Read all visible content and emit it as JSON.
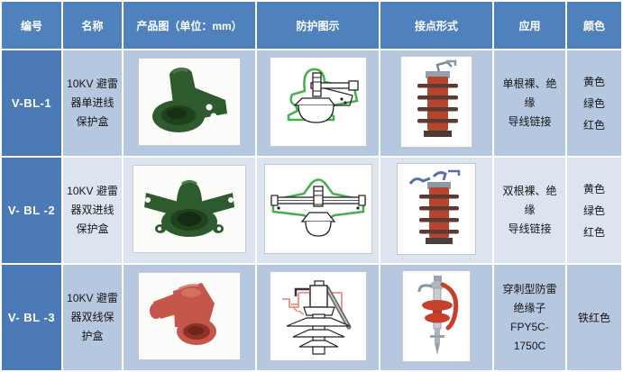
{
  "header": {
    "columns": [
      "编号",
      "名称",
      "产品图（单位：mm）",
      "防护图示",
      "接点形式",
      "应用",
      "颜色"
    ]
  },
  "rows": [
    {
      "id": "V-BL-1",
      "name": "10KV 避雷器单进线保护盒",
      "application": "单根裸、绝缘\n导线链接",
      "color": "黄色\n绿色\n红色",
      "product_photo_icon": "green-single-inlet-protection-box-photo",
      "protection_diagram_icon": "single-inlet-arrester-green-outline-diagram",
      "contact_photo_icon": "polymer-arrester-with-hook-photo"
    },
    {
      "id": "V- BL -2",
      "name": "10KV 避雷器双进线保护盒",
      "application": "双根裸、绝缘\n导线链接",
      "color": "黄色\n绿色\n红色",
      "product_photo_icon": "green-double-inlet-protection-box-photo",
      "protection_diagram_icon": "double-inlet-arrester-green-outline-diagram",
      "contact_photo_icon": "polymer-arrester-with-clamps-photo"
    },
    {
      "id": "V- BL -3",
      "name": "10KV 避雷器双线保护盒",
      "application": "穿刺型防雷绝缘子\nFPY5C-1750C",
      "color": "铁红色",
      "product_photo_icon": "iron-red-double-line-protection-box-photo",
      "protection_diagram_icon": "pin-insulator-red-outline-diagram",
      "contact_photo_icon": "piercing-lightning-insulator-photo"
    }
  ],
  "colors": {
    "header_bg": "#4f81bd",
    "id_column_bg": "#4b7ab6",
    "row_odd_bg": "#b6c8e0",
    "row_even_bg": "#dce4f0",
    "grid": "#ffffff",
    "product_green": "#2e5b2e",
    "product_red": "#c4564a",
    "diagram_green": "#43b04a",
    "diagram_red": "#e2836f"
  }
}
